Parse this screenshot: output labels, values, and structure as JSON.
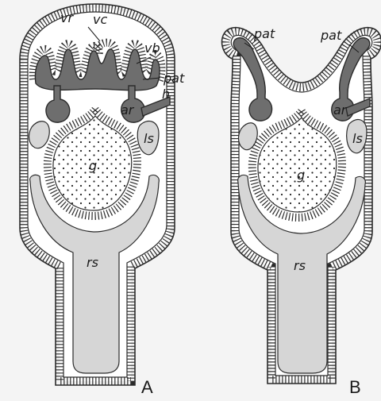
{
  "labels": {
    "vr": "vr",
    "vc": "vc",
    "vb": "vb",
    "pat_a": "pat",
    "h": "h",
    "ar_a": "ar",
    "ls_a": "ls",
    "g_a": "g",
    "rs_a": "rs",
    "pat_b_left": "pat",
    "pat_b_right": "pat",
    "ar_b": "ar",
    "ls_b": "ls",
    "g_b": "g",
    "rs_b": "rs"
  },
  "panels": {
    "a": "A",
    "b": "B"
  },
  "colors": {
    "background": "#f4f4f4",
    "body_fill": "#ffffff",
    "epithelium": "#ffffff",
    "outline": "#2b2b2b",
    "coelom_dark": "#6e6e6e",
    "coelom_light": "#d6d6d6",
    "gut_dots": "#222222"
  }
}
